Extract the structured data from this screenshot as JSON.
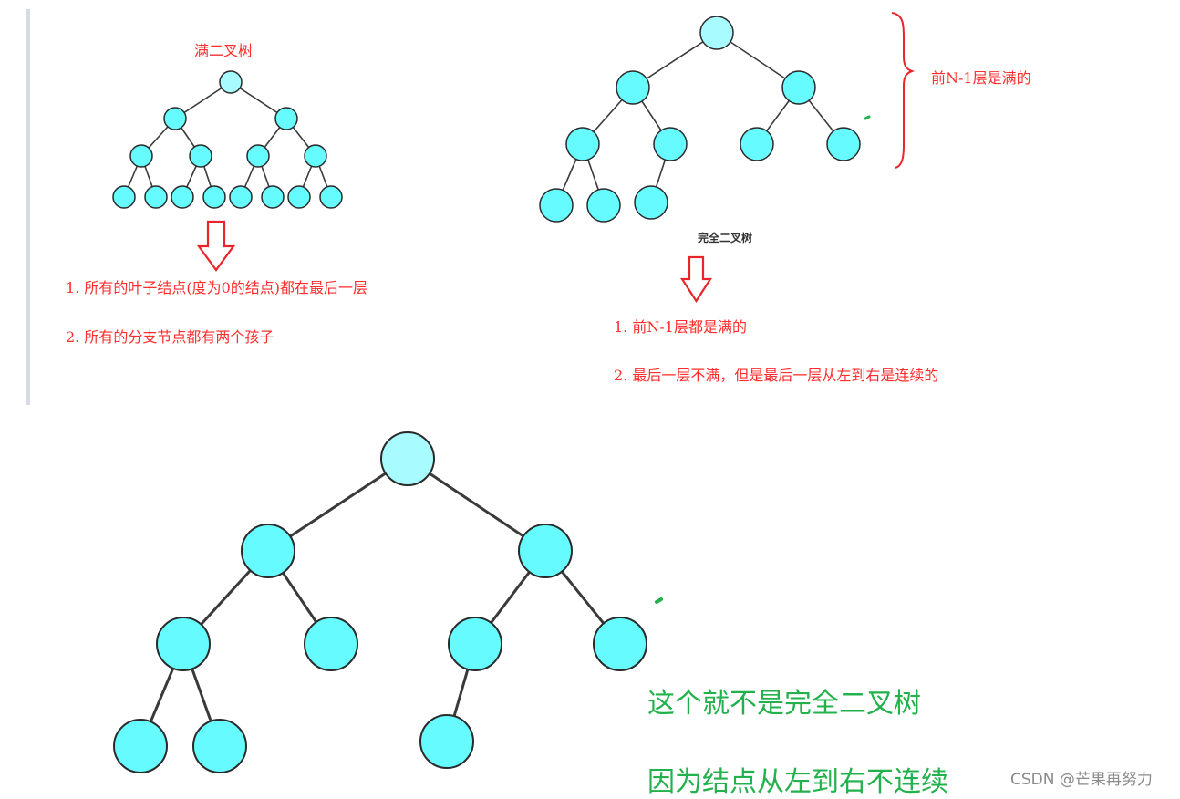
{
  "full_tree": {
    "title": "满二叉树",
    "note1": "1. 所有的叶子结点(度为0的结点)都在最后一层",
    "note2": "2. 所有的分支节点都有两个孩子"
  },
  "complete_tree": {
    "title": "完全二叉树",
    "brace_label": "前N-1层是满的",
    "note1": "1. 前N-1层都是满的",
    "note2": "2. 最后一层不满，但是最后一层从左到右是连续的"
  },
  "counter_example": {
    "line1": "这个就不是完全二叉树",
    "line2": "因为结点从左到右不连续"
  },
  "watermark": "CSDN @芒果再努力",
  "colors": {
    "node_fill": "#66fbff",
    "root_fill": "#a8fbff",
    "annotation_red": "#ff2e2e",
    "annotation_green": "#22b14c"
  }
}
